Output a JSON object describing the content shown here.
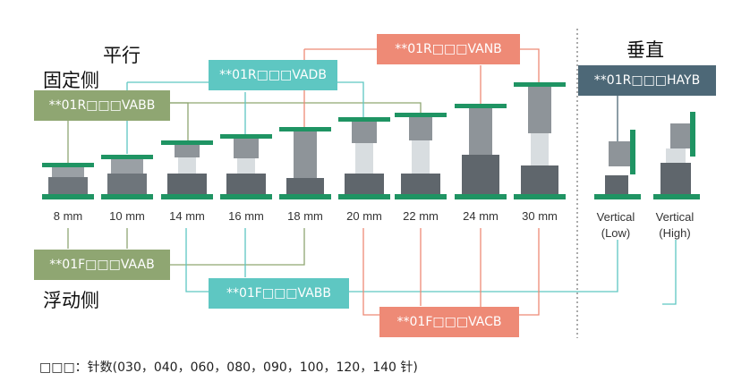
{
  "headings": {
    "parallel": "平行",
    "fixed_side": "固定侧",
    "floating_side": "浮动侧",
    "vertical": "垂直"
  },
  "sizes": [
    "8 mm",
    "10 mm",
    "14 mm",
    "16 mm",
    "18 mm",
    "20 mm",
    "22 mm",
    "24 mm",
    "30 mm"
  ],
  "vertical_labels": [
    {
      "line1": "Vertical",
      "line2": "(Low)"
    },
    {
      "line1": "Vertical",
      "line2": "(High)"
    }
  ],
  "labels": {
    "fixed_vabb": "**01R□□□VABB",
    "fixed_vadb": "**01R□□□VADB",
    "fixed_vanb": "**01R□□□VANB",
    "vertical_hayb": "**01R□□□HAYB",
    "float_vaab": "**01F□□□VAAB",
    "float_vabb": "**01F□□□VABB",
    "float_vacb": "**01F□□□VACB"
  },
  "colors": {
    "olive": "#8fa672",
    "teal": "#5ec7c2",
    "salmon": "#ee8a76",
    "slate": "#4d6877",
    "pcb_green": "#1f9463",
    "metal": "#9aa0a5"
  },
  "footnote": "□□□：针数(030，040，060，080，090，100，120，140 针)"
}
